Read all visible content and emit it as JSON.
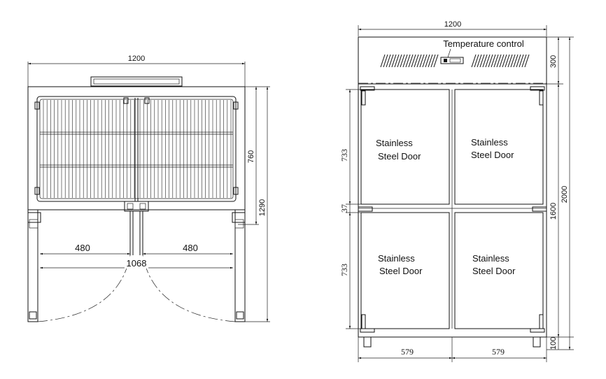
{
  "top_view": {
    "width_dim": "1200",
    "depth_dim": "760",
    "total_depth_dim": "1290",
    "door_left_dim": "480",
    "door_right_dim": "480",
    "door_span_dim": "1068"
  },
  "front_view": {
    "width_dim": "1200",
    "control_label": "Temperature control",
    "top_panel_dim": "300",
    "door_upper_dim": "733",
    "gap_dim": "37",
    "door_lower_dim": "733",
    "body_dim": "1600",
    "total_height_dim": "2000",
    "leg_dim": "100",
    "bottom_left_dim": "579",
    "bottom_right_dim": "579",
    "doors": [
      {
        "line1": "Stainless",
        "line2": "Steel  Door"
      },
      {
        "line1": "Stainless",
        "line2": "Steel  Door"
      },
      {
        "line1": "Stainless",
        "line2": "Steel  Door"
      },
      {
        "line1": "Stainless",
        "line2": "Steel  Door"
      }
    ]
  }
}
